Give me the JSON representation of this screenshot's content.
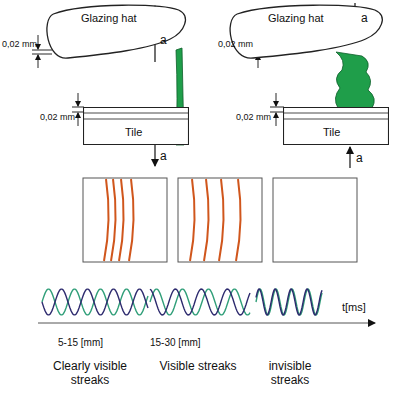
{
  "diagram": {
    "nodes": [
      {
        "text": [
          "Glazing hat"
        ]
      },
      {
        "text": [
          "Tile"
        ]
      },
      {
        "text": [
          "Glazing hat"
        ]
      },
      {
        "text": [
          "Tile"
        ]
      }
    ],
    "labels": [
      "0,02 mm",
      "a",
      "0,02 mm",
      "a",
      "0,02 mm",
      "a",
      "0,02 mm",
      "a",
      "t[ms]",
      "5-15 [mm]",
      "15-30 [mm]",
      "Clearly visible streaks",
      "Visible streaks",
      "invisible streaks"
    ]
  }
}
